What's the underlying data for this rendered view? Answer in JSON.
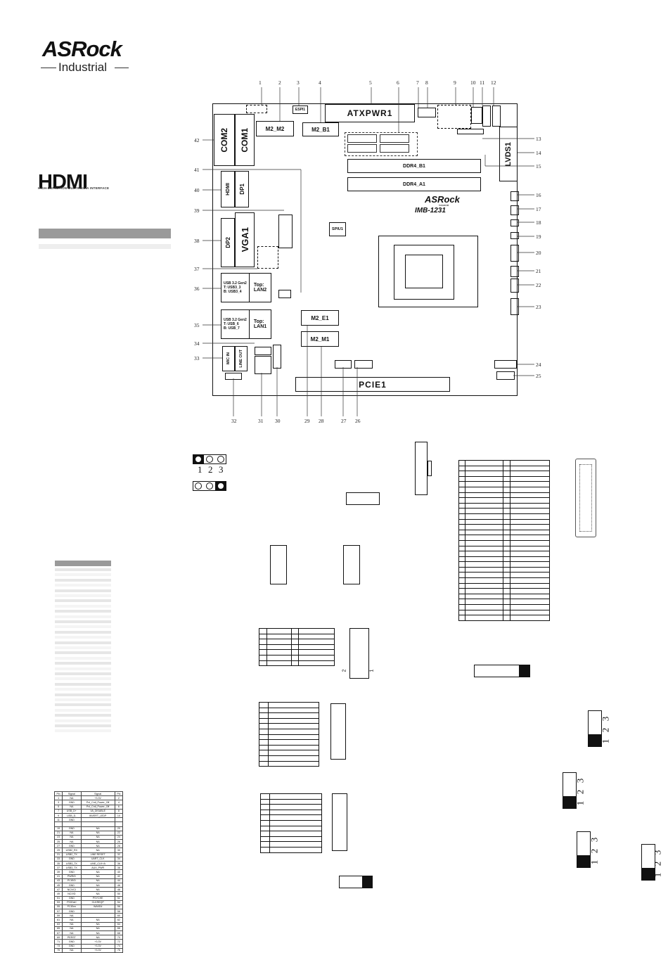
{
  "brand": {
    "logo": "ASRock",
    "sub": "Industrial"
  },
  "hdmi_logo": {
    "text": "HDMI",
    "tagline": "HIGH-DEFINITION MULTIMEDIA INTERFACE"
  },
  "board": {
    "model_brand": "ASRock",
    "model_sub": "Industrial",
    "model": "IMB-1231",
    "components": {
      "atxpwr1": "ATXPWR1",
      "espi1": "ESPI1",
      "m2_m2": "M2_M2",
      "m2_b1": "M2_B1",
      "com1": "COM1",
      "com2": "COM2",
      "ddr4_b1": "DDR4_B1",
      "ddr4_a1": "DDR4_A1",
      "lvds1": "LVDS1",
      "hdmi": "HDMI",
      "dp1": "DP1",
      "dp2": "DP2",
      "vga1": "VGA1",
      "spiu1": "SPIU1",
      "usb_lan2": "USB 3.2 Gen2\nT: USB3_3\nB: USB3_4",
      "lan2": "Top:\nLAN2",
      "usb_lan1": "USB 3.2 Gen2\nT: USB_6\nB: USB_7",
      "lan1": "Top:\nLAN1",
      "m2_e1": "M2_E1",
      "m2_m1": "M2_M1",
      "mic_in": "MIC IN",
      "line_out": "LINE OUT",
      "pcie1": "PCIE1"
    }
  },
  "callouts_top": [
    "1",
    "2",
    "3",
    "4",
    "5",
    "6",
    "7",
    "8",
    "9",
    "10",
    "11",
    "12"
  ],
  "callouts_right": [
    "13",
    "14",
    "15",
    "16",
    "17",
    "18",
    "19",
    "20",
    "21",
    "22",
    "23",
    "24",
    "25"
  ],
  "callouts_left": [
    "42",
    "41",
    "40",
    "39",
    "38",
    "37",
    "36",
    "35",
    "34",
    "33"
  ],
  "callouts_bottom": [
    "32",
    "31",
    "30",
    "29",
    "28",
    "27",
    "26"
  ],
  "jumper_labels": [
    "1",
    "2",
    "3"
  ],
  "jumper_labels_b": [
    "1",
    "2",
    "3"
  ],
  "jumper_labels_c": [
    "1",
    "2",
    "3"
  ],
  "jumper_labels_d": [
    "1",
    "2",
    "3"
  ],
  "jumper_labels_e": [
    "1",
    "2",
    "3"
  ],
  "header_pin_labels": {
    "left": "2",
    "right": "1"
  },
  "lvds_table": {
    "headers": [
      "Pin",
      "Signal",
      "Signal",
      "Pin"
    ],
    "rows": [
      [
        "1",
        "NA",
        "+3.3V",
        "2"
      ],
      [
        "3",
        "GND",
        "Pnl_Cntl_Power_Off",
        "4"
      ],
      [
        "5",
        "NA",
        "Pnl_Cntl_Power_Off",
        "6"
      ],
      [
        "7",
        "USB_D+",
        "VA_DISABLE",
        "8"
      ],
      [
        "9",
        "USB_D-",
        "INVERT_LEDP",
        "10"
      ],
      [
        "11",
        "GND",
        "",
        " "
      ],
      [
        "",
        "",
        "",
        " "
      ],
      [
        "19",
        "GND",
        "NA",
        "20"
      ],
      [
        "21",
        "NA",
        "NA",
        "22"
      ],
      [
        "23",
        "NA",
        "NA",
        "24"
      ],
      [
        "25",
        "NA",
        "NA",
        "26"
      ],
      [
        "27",
        "GND",
        "NA",
        "28"
      ],
      [
        "29",
        "USB2_RX",
        "NA",
        "30"
      ],
      [
        "31",
        "USB2_TX",
        "LINE RESET",
        "32"
      ],
      [
        "33",
        "GND",
        "UART_CLK",
        "34"
      ],
      [
        "35",
        "USB3_TX",
        "LINE_CLK+A",
        "36"
      ],
      [
        "37",
        "USB3_TX",
        "AUX_PWR",
        "38"
      ],
      [
        "39",
        "GND",
        "NA",
        "40"
      ],
      [
        "41",
        "PWR/D",
        "NA",
        "42"
      ],
      [
        "43",
        "PCIE/D",
        "NA",
        "44"
      ],
      [
        "45",
        "GND",
        "NA",
        "46"
      ],
      [
        "47",
        "NC/VCI",
        "NA",
        "48"
      ],
      [
        "49",
        "NC/VD",
        "NA",
        "50"
      ],
      [
        "51",
        "GND",
        "PSYCHE",
        "52"
      ],
      [
        "53",
        "PCIEctrl",
        "CLKREQP",
        "54"
      ],
      [
        "55",
        "PCIEen",
        "WAKE#",
        "56"
      ],
      [
        "57",
        "GND",
        "",
        "58"
      ],
      [
        "59",
        "NA",
        "",
        "60"
      ],
      [
        "61",
        "NA",
        "NA",
        "62"
      ],
      [
        "63",
        "NA",
        "NA",
        "64"
      ],
      [
        "65",
        "NA",
        "NA",
        "66"
      ],
      [
        "67",
        "NA",
        "NA",
        "68"
      ],
      [
        "69",
        "PERST",
        "NA",
        "70"
      ],
      [
        "71",
        "GND",
        "+3.3V",
        "72"
      ],
      [
        "73",
        "GND",
        "+3.3V",
        "74"
      ],
      [
        "75",
        "NA",
        "+3.3V",
        "76"
      ]
    ]
  }
}
